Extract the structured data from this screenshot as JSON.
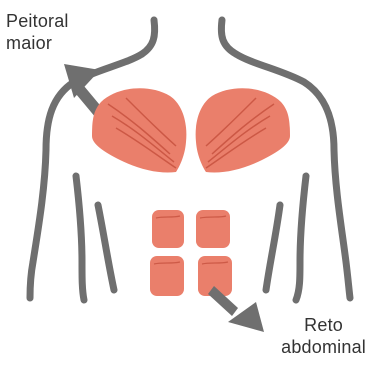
{
  "labels": {
    "pectoral_line1": "Peitoral",
    "pectoral_line2": "maior",
    "abdominal_line1": "Reto",
    "abdominal_line2": "abdominal"
  },
  "colors": {
    "outline": "#6f6f6f",
    "muscle": "#ea7f6b",
    "muscle_line": "#c7523f",
    "arrow": "#6f6f6f"
  },
  "icons": {
    "body": "torso-outline-icon",
    "pec_arrow": "arrow-up-left-icon",
    "abs_arrow": "arrow-down-right-icon"
  }
}
